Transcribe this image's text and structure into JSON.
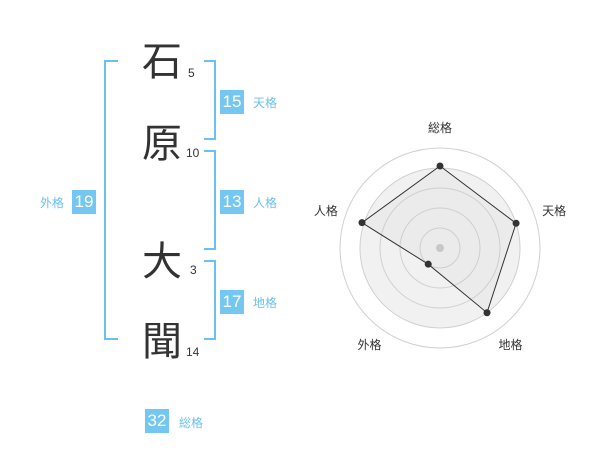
{
  "name": {
    "chars": [
      {
        "char": "石",
        "strokes": "5"
      },
      {
        "char": "原",
        "strokes": "10"
      },
      {
        "char": "大",
        "strokes": "3"
      },
      {
        "char": "聞",
        "strokes": "14"
      }
    ]
  },
  "grids": {
    "tenkaku": {
      "value": "15",
      "label": "天格"
    },
    "jinkaku": {
      "value": "13",
      "label": "人格"
    },
    "chikaku": {
      "value": "17",
      "label": "地格"
    },
    "gaikaku": {
      "value": "19",
      "label": "外格"
    },
    "soukaku": {
      "value": "32",
      "label": "総格"
    }
  },
  "colors": {
    "accent": "#6cc0ee",
    "box": "#74c7f0",
    "text": "#333333"
  },
  "chart_data": {
    "type": "radar",
    "axes": [
      "総格",
      "天格",
      "地格",
      "外格",
      "人格"
    ],
    "values": [
      0.82,
      0.8,
      0.8,
      0.2,
      0.82
    ],
    "range": [
      0,
      1
    ],
    "rings": 5
  }
}
